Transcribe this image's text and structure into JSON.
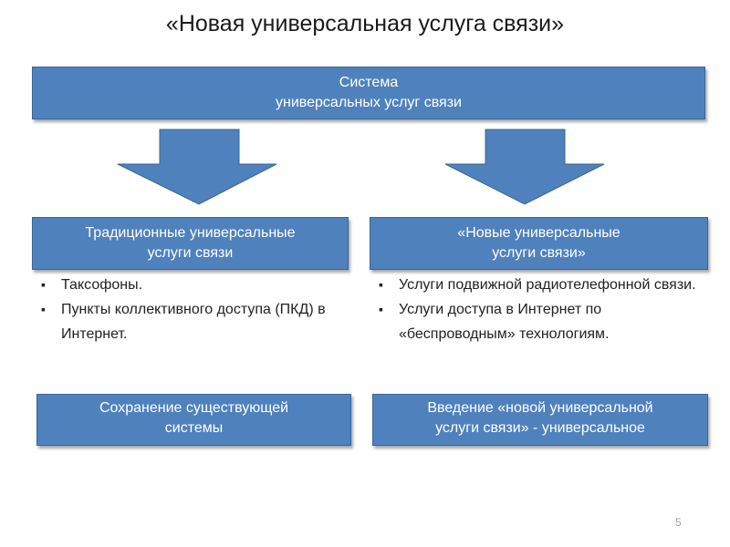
{
  "title": "«Новая универсальная услуга связи»",
  "top_box": {
    "line1": "Система",
    "line2": "универсальных услуг связи"
  },
  "left_box": {
    "line1": "Традиционные универсальные",
    "line2": "услуги связи"
  },
  "right_box": {
    "line1": "«Новые универсальные",
    "line2": "услуги связи»"
  },
  "left_bullets": [
    "Таксофоны.",
    "Пункты коллективного доступа (ПКД) в Интернет."
  ],
  "right_bullets": [
    "Услуги подвижной радиотелефонной связи.",
    "Услуги доступа в Интернет по «беспроводным» технологиям."
  ],
  "bottom_left_box": {
    "line1": "Сохранение существующей",
    "line2": "системы"
  },
  "bottom_right_box": {
    "line1": "Введение «новой универсальной",
    "line2": "услуги связи» - универсальное"
  },
  "page_number": "5",
  "colors": {
    "box_fill": "#4f81bd",
    "box_border": "#3a6595",
    "box_text": "#ffffff"
  }
}
